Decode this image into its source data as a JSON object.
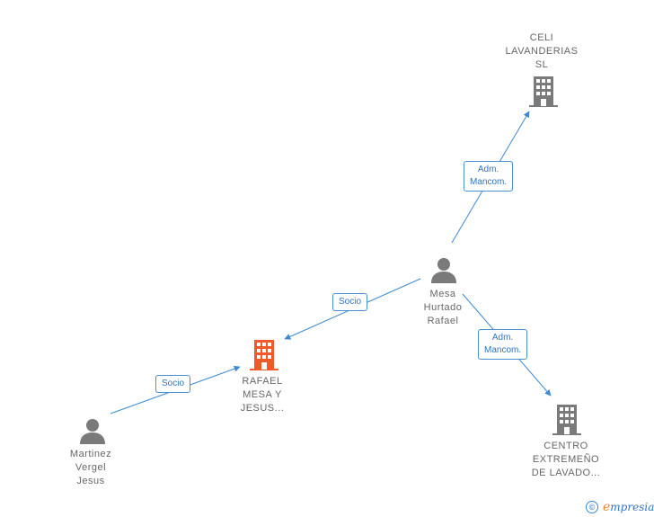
{
  "colors": {
    "edge": "#3d8ad0",
    "company": "#7a7a7a",
    "company_highlight": "#f05a28",
    "person": "#7a7a7a"
  },
  "nodes": {
    "celi": {
      "lines": [
        "CELI",
        "LAVANDERIAS",
        "SL"
      ],
      "icon": "building-icon"
    },
    "mesa": {
      "lines": [
        "Mesa",
        "Hurtado",
        "Rafael"
      ],
      "icon": "person-icon"
    },
    "rafael": {
      "lines": [
        "RAFAEL",
        "MESA Y",
        "JESUS..."
      ],
      "icon": "building-icon"
    },
    "centro": {
      "lines": [
        "CENTRO",
        "EXTREMEÑO",
        "DE LAVADO..."
      ],
      "icon": "building-icon"
    },
    "martinez": {
      "lines": [
        "Martinez",
        "Vergel",
        "Jesus"
      ],
      "icon": "person-icon"
    }
  },
  "edges": {
    "mesa_celi": {
      "lines": [
        "Adm.",
        "Mancom."
      ]
    },
    "mesa_rafael": {
      "lines": [
        "Socio"
      ]
    },
    "mesa_centro": {
      "lines": [
        "Adm.",
        "Mancom."
      ]
    },
    "martinez_rafael": {
      "lines": [
        "Socio"
      ]
    }
  },
  "footer": {
    "copyright_symbol": "©",
    "brand_first": "e",
    "brand_rest": "mpresia"
  }
}
